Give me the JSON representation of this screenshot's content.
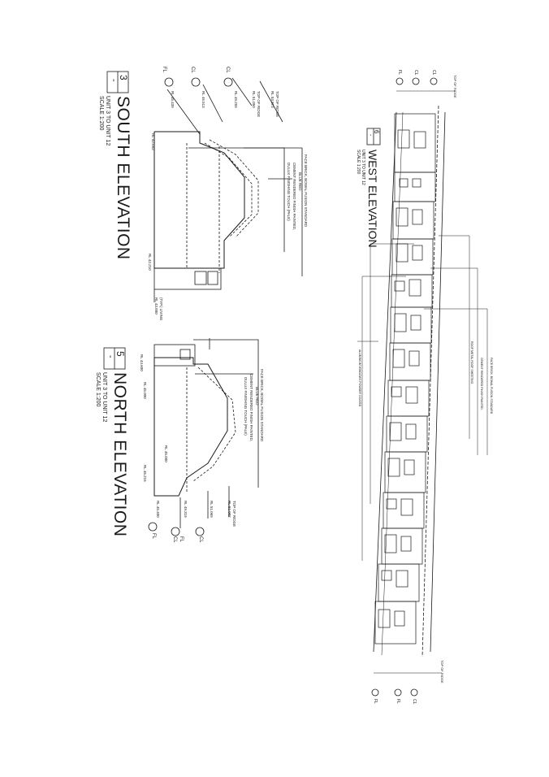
{
  "south": {
    "title": "SOUTH ELEVATION",
    "units": "UNIT 3 TO UNIT 12",
    "scale": "SCALE 1:200",
    "number": "3",
    "dash": "-",
    "material_1": "FACE BRICK, BOWAL FUSION STANDARD",
    "material_2": "BLUE RED",
    "material_3": "CEMENT RENDERED FINISH PAINTED,",
    "material_4": "DULUX FINISHING TOUCH (PALE)",
    "ridge": "TOP OF RIDGE",
    "ridge_rl": "RL 53.873",
    "ridge2": "TOP OF RIDGE",
    "ridge2_rl": "RL 51.050",
    "cl_rl": "RL 49.259",
    "fl_rl": "RL 46.513",
    "fl2_rl": "RL 45.439",
    "ground_a": "RL 42.693",
    "ground_b": "RL 42.210",
    "ngl_1": "(TYP.) LIVING",
    "ngl_2": "RL 43.880",
    "fl": "FL",
    "cl": "CL"
  },
  "north": {
    "title": "NORTH ELEVATION",
    "units": "UNIT 3 TO UNIT 12",
    "scale": "SCALE 1:200",
    "number": "5",
    "dash": "-",
    "material_1": "FACE BRICK, BOWAL FUSION STANDARD",
    "material_2": "BLUE RED",
    "material_3": "CEMENT RENDERED FINISH PAINTED,",
    "material_4": "DULUX FINISHING TOUCH (PALE)",
    "ridge": "TOP OF RIDGE",
    "ridge_rl": "RL 51.002",
    "cl_rl": "RL 51.069",
    "fl_rl": "RL 49.319",
    "fl2_rl": "RL 45.400",
    "rl_a": "RL 44.600",
    "rl_b": "RL 45.000",
    "rl_c": "RL 45.000",
    "rl_d": "RL 45.215",
    "fl": "FL",
    "cl": "CL"
  },
  "west": {
    "title": "WEST ELEVATION",
    "units": "UNIT 3 TO UNIT 12",
    "scale": "SCALE 1:200",
    "number": "6",
    "dash": "-",
    "top_ridge": "TOP OF RIDGE",
    "note_1": "FACE BRICK, BOWAL FUSION STANDARD",
    "note_2": "CEMENT RENDERED FINISH PAINTED,",
    "note_3": "ROOF METAL ROOF SHEETING",
    "note_4": "ALUMINIUM WINDOWS POWDER COATED",
    "fl": "FL",
    "cl": "CL"
  }
}
